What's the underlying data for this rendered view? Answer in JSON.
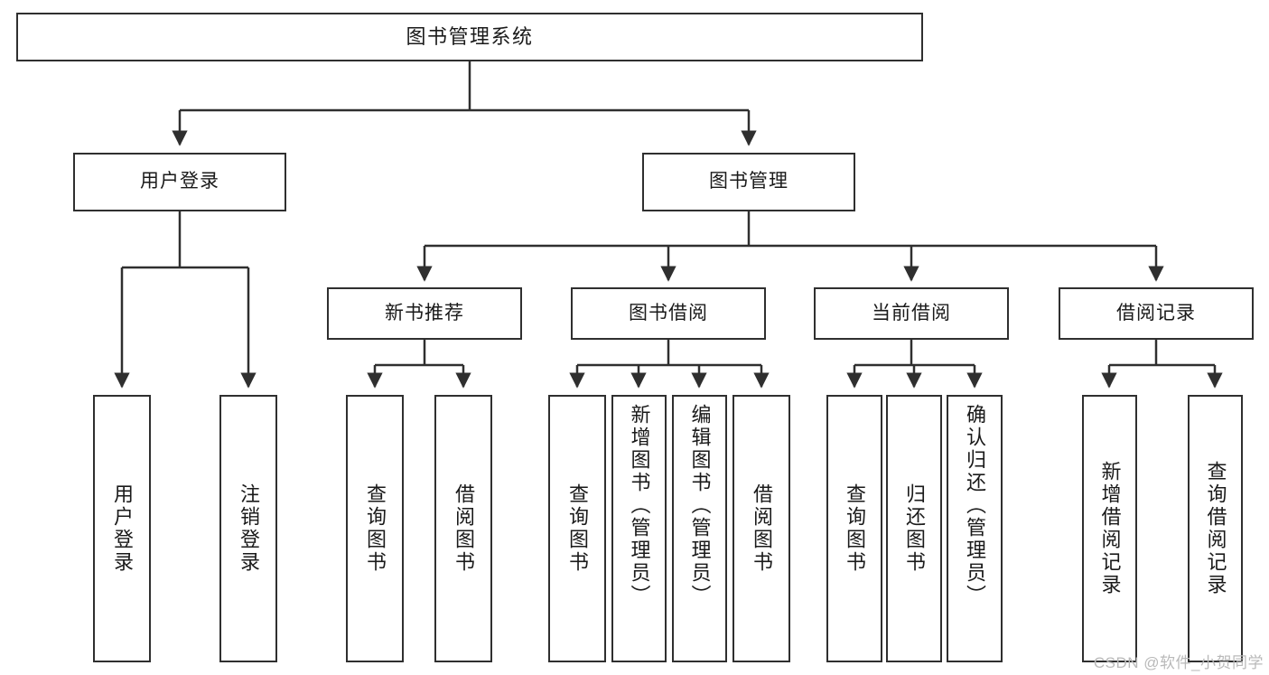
{
  "diagram": {
    "title": "图书管理系统",
    "watermark": "CSDN @软件_小贺同学",
    "line_color": "#2f2f2f",
    "box_fill": "#ffffff",
    "text_color": "#1a1a1a",
    "watermark_color": "#b9b9b9"
  },
  "levels": {
    "root": {
      "label": "图书管理系统"
    },
    "level2": [
      {
        "label": "用户登录"
      },
      {
        "label": "图书管理"
      }
    ],
    "level3": [
      {
        "label": "新书推荐"
      },
      {
        "label": "图书借阅"
      },
      {
        "label": "当前借阅"
      },
      {
        "label": "借阅记录"
      }
    ],
    "leaves": {
      "user_login": [
        {
          "label": "用户登录"
        },
        {
          "label": "注销登录"
        }
      ],
      "new_book": [
        {
          "label": "查询图书"
        },
        {
          "label": "借阅图书"
        }
      ],
      "book_borrow": [
        {
          "label": "查询图书"
        },
        {
          "label": "新增图书（管理员）"
        },
        {
          "label": "编辑图书（管理员）"
        },
        {
          "label": "借阅图书"
        }
      ],
      "current_borrow": [
        {
          "label": "查询图书"
        },
        {
          "label": "归还图书"
        },
        {
          "label": "确认归还（管理员）"
        }
      ],
      "borrow_record": [
        {
          "label": "新增借阅记录"
        },
        {
          "label": "查询借阅记录"
        }
      ]
    }
  }
}
